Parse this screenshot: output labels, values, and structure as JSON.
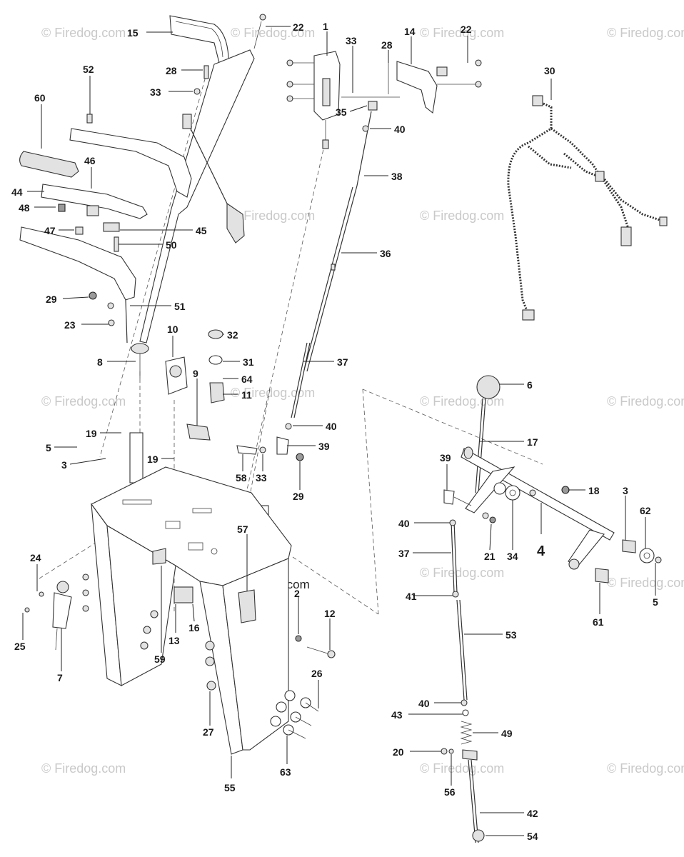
{
  "watermark": {
    "text": "© Firedog.com"
  },
  "callouts": [
    {
      "id": "15",
      "label": "15"
    },
    {
      "id": "22a",
      "label": "22"
    },
    {
      "id": "1",
      "label": "1"
    },
    {
      "id": "33a",
      "label": "33"
    },
    {
      "id": "28a",
      "label": "28"
    },
    {
      "id": "14",
      "label": "14"
    },
    {
      "id": "22b",
      "label": "22"
    },
    {
      "id": "30",
      "label": "30"
    },
    {
      "id": "52",
      "label": "52"
    },
    {
      "id": "28b",
      "label": "28"
    },
    {
      "id": "33b",
      "label": "33"
    },
    {
      "id": "60",
      "label": "60"
    },
    {
      "id": "35",
      "label": "35"
    },
    {
      "id": "40a",
      "label": "40"
    },
    {
      "id": "46",
      "label": "46"
    },
    {
      "id": "38",
      "label": "38"
    },
    {
      "id": "44",
      "label": "44"
    },
    {
      "id": "48",
      "label": "48"
    },
    {
      "id": "47",
      "label": "47"
    },
    {
      "id": "45",
      "label": "45"
    },
    {
      "id": "50",
      "label": "50"
    },
    {
      "id": "36",
      "label": "36"
    },
    {
      "id": "29a",
      "label": "29"
    },
    {
      "id": "51",
      "label": "51"
    },
    {
      "id": "23",
      "label": "23"
    },
    {
      "id": "10",
      "label": "10"
    },
    {
      "id": "32",
      "label": "32"
    },
    {
      "id": "31",
      "label": "31"
    },
    {
      "id": "8",
      "label": "8"
    },
    {
      "id": "37a",
      "label": "37"
    },
    {
      "id": "9",
      "label": "9"
    },
    {
      "id": "64",
      "label": "64"
    },
    {
      "id": "11",
      "label": "11"
    },
    {
      "id": "6",
      "label": "6"
    },
    {
      "id": "40b",
      "label": "40"
    },
    {
      "id": "19a",
      "label": "19"
    },
    {
      "id": "5a",
      "label": "5"
    },
    {
      "id": "39a",
      "label": "39"
    },
    {
      "id": "17",
      "label": "17"
    },
    {
      "id": "3a",
      "label": "3"
    },
    {
      "id": "19b",
      "label": "19"
    },
    {
      "id": "58",
      "label": "58"
    },
    {
      "id": "33c",
      "label": "33"
    },
    {
      "id": "29b",
      "label": "29"
    },
    {
      "id": "39b",
      "label": "39"
    },
    {
      "id": "18",
      "label": "18"
    },
    {
      "id": "3b",
      "label": "3"
    },
    {
      "id": "62",
      "label": "62"
    },
    {
      "id": "40c",
      "label": "40"
    },
    {
      "id": "57",
      "label": "57"
    },
    {
      "id": "4",
      "label": "4"
    },
    {
      "id": "21",
      "label": "21"
    },
    {
      "id": "34",
      "label": "34"
    },
    {
      "id": "37b",
      "label": "37"
    },
    {
      "id": "24",
      "label": "24"
    },
    {
      "id": "41",
      "label": "41"
    },
    {
      "id": "61",
      "label": "61"
    },
    {
      "id": "5b",
      "label": "5"
    },
    {
      "id": "2",
      "label": "2"
    },
    {
      "id": "12",
      "label": "12"
    },
    {
      "id": "16",
      "label": "16"
    },
    {
      "id": "13",
      "label": "13"
    },
    {
      "id": "25",
      "label": "25"
    },
    {
      "id": "53",
      "label": "53"
    },
    {
      "id": "59",
      "label": "59"
    },
    {
      "id": "7",
      "label": "7"
    },
    {
      "id": "26",
      "label": "26"
    },
    {
      "id": "40d",
      "label": "40"
    },
    {
      "id": "43",
      "label": "43"
    },
    {
      "id": "49",
      "label": "49"
    },
    {
      "id": "27",
      "label": "27"
    },
    {
      "id": "20",
      "label": "20"
    },
    {
      "id": "63",
      "label": "63"
    },
    {
      "id": "56",
      "label": "56"
    },
    {
      "id": "55",
      "label": "55"
    },
    {
      "id": "42",
      "label": "42"
    },
    {
      "id": "54",
      "label": "54"
    }
  ]
}
